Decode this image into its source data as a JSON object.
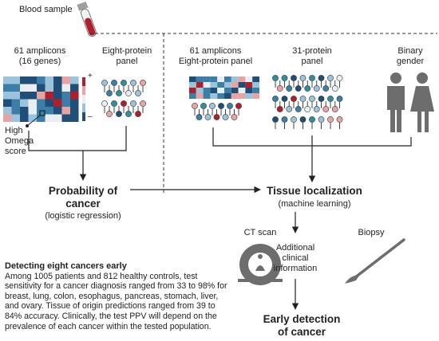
{
  "blood_sample": "Blood sample",
  "left": {
    "amplicons_title": "61 amplicons",
    "amplicons_sub": "(16 genes)",
    "protein_title": "Eight-protein",
    "protein_sub": "panel",
    "scale_plus": "+",
    "scale_minus": "–",
    "omega_line1": "High",
    "omega_line2": "Omega",
    "omega_line3": "score",
    "output_line1": "Probability of",
    "output_line2": "cancer",
    "output_method": "(logistic regression)"
  },
  "right": {
    "combo_line1": "61 amplicons",
    "combo_line2": "Eight-protein panel",
    "panel31_line1": "31-protein",
    "panel31_line2": "panel",
    "gender_line1": "Binary",
    "gender_line2": "gender",
    "output_title": "Tissue localization",
    "output_method": "(machine learning)"
  },
  "followup": {
    "ct": "CT scan",
    "additional_line1": "Additional",
    "additional_line2": "clinical",
    "additional_line3": "information",
    "biopsy": "Biopsy",
    "final_line1": "Early detection",
    "final_line2": "of cancer"
  },
  "description": {
    "title": "Detecting eight cancers early",
    "body": "Among 1005 patients and 812 healthy controls, test sensitivity for a cancer diagnosis ranged from 33 to 98% for breast, lung, colon, esophagus, pancreas, stomach, liver, and ovary. Tissue of origin predictions ranged from 39 to 84% accuracy. Clinically, the test PPV will depend on the prevalence of each cancer within the tested population."
  },
  "colors": {
    "dark_blue": "#1f4e79",
    "mid_blue": "#3b7ea8",
    "light_blue": "#9cc3dc",
    "pale": "#e9eef2",
    "pink": "#e8a3a3",
    "red": "#b0202a",
    "teal": "#2f8f9a",
    "gray": "#6d6d6d",
    "line": "#222222"
  }
}
